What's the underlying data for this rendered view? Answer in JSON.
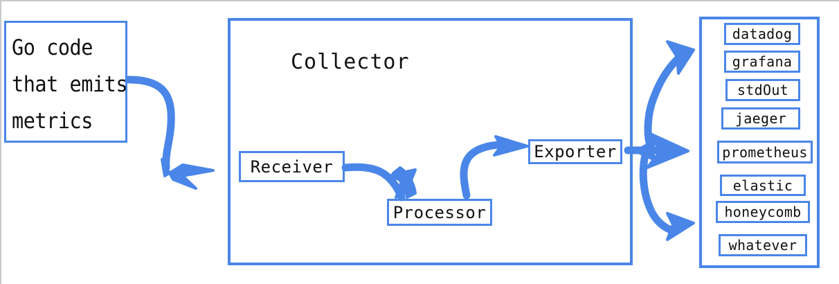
{
  "diagram": {
    "title_text": "Collector",
    "accent_color": "#4a86e8",
    "text_color": "#111111",
    "background_color": "#ffffff",
    "border_color": "#c8c8c8"
  },
  "source": {
    "name": "go-code-source",
    "lines": [
      "Go code",
      "that emits",
      "metrics"
    ]
  },
  "collector": {
    "title": "Collector",
    "stages": [
      {
        "label": "Receiver"
      },
      {
        "label": "Processor"
      },
      {
        "label": "Exporter"
      }
    ]
  },
  "backends": {
    "items": [
      {
        "label": "datadog"
      },
      {
        "label": "grafana"
      },
      {
        "label": "stdOut"
      },
      {
        "label": "jaeger"
      },
      {
        "label": "prometheus"
      },
      {
        "label": "elastic"
      },
      {
        "label": "honeycomb"
      },
      {
        "label": "whatever"
      }
    ]
  },
  "arrows": {
    "source_to_receiver": "curved-arrow-source-to-receiver",
    "receiver_to_processor": "curved-arrow-receiver-to-processor",
    "processor_to_exporter": "curved-arrow-processor-to-exporter",
    "exporter_to_backends_up": "curved-arrow-exporter-up",
    "exporter_to_backends_mid": "straight-arrow-exporter-middle",
    "exporter_to_backends_down": "curved-arrow-exporter-down"
  }
}
